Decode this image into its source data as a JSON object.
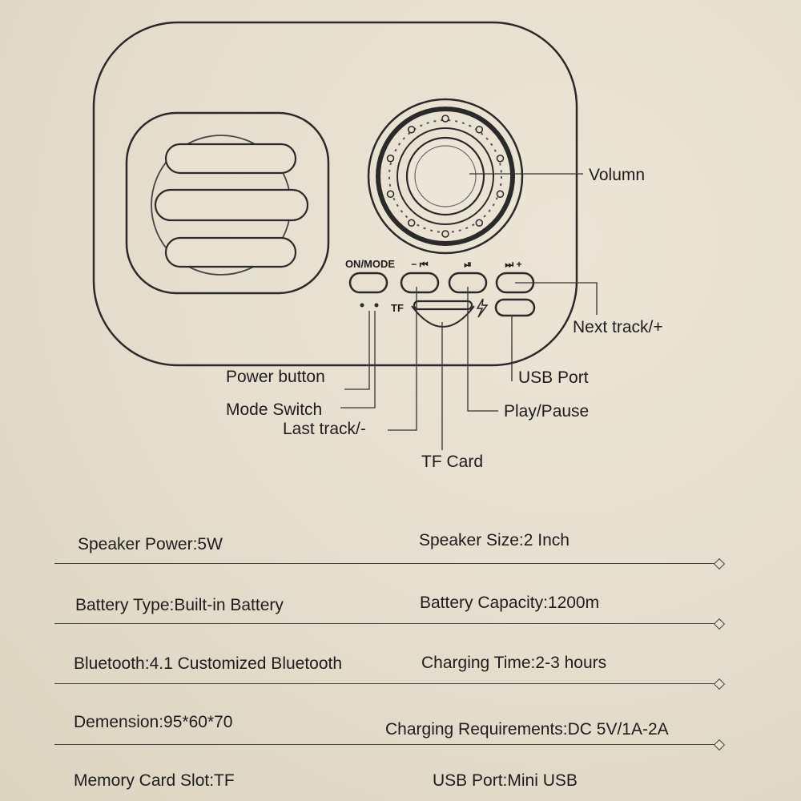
{
  "device": {
    "button_labels": {
      "on_mode": "ON/MODE",
      "prev": "− ⏮",
      "play": "⏯",
      "next": "⏭ +"
    },
    "tf_mark": "TF"
  },
  "callouts": {
    "volume": "Volumn",
    "next_track": "Next track/+",
    "usb_port": "USB Port",
    "power_button": "Power button",
    "mode_switch": "Mode Switch",
    "last_track": "Last track/-",
    "play_pause": "Play/Pause",
    "tf_card": "TF Card"
  },
  "specs": [
    {
      "left": "Speaker Power:5W",
      "right": "Speaker Size:2 Inch"
    },
    {
      "left": "Battery Type:Built-in Battery",
      "right": "Battery Capacity:1200m"
    },
    {
      "left": "Bluetooth:4.1 Customized Bluetooth",
      "right": "Charging Time:2-3 hours"
    },
    {
      "left": "Demension:95*60*70",
      "right": "Charging Requirements:DC 5V/1A-2A"
    },
    {
      "left": "Memory Card Slot:TF",
      "right": "USB Port:Mini USB"
    }
  ],
  "colors": {
    "ink": "#1d1d1d",
    "paper": "#e8e1d2"
  }
}
